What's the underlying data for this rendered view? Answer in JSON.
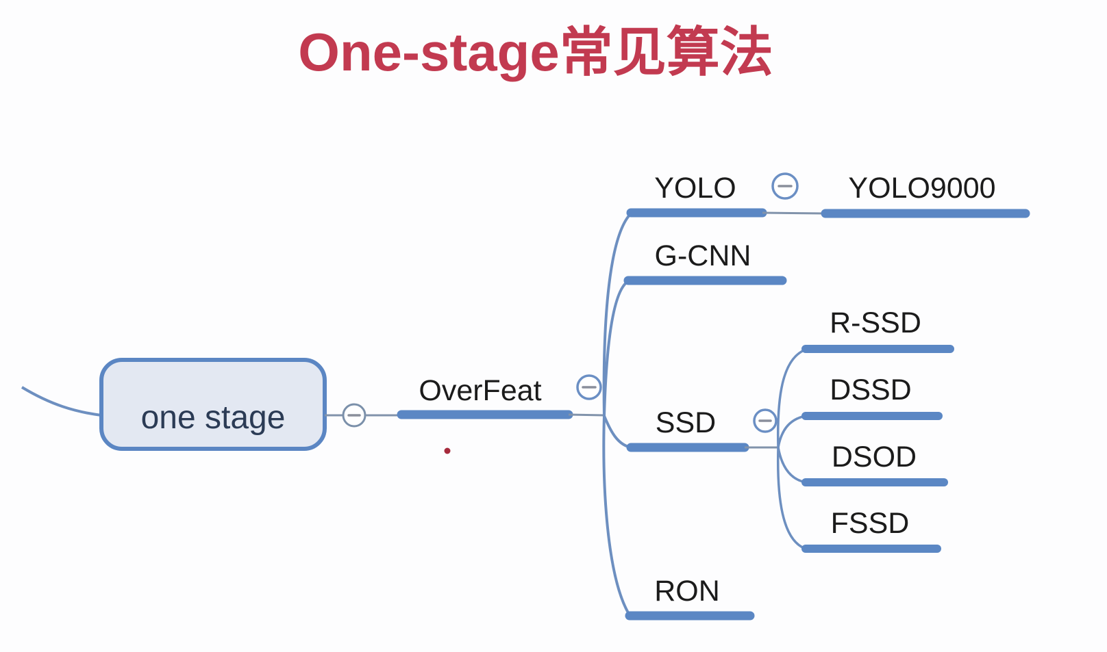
{
  "title": "One-stage常见算法",
  "mindmap": {
    "root": {
      "label": "one stage"
    },
    "trunk": {
      "label": "OverFeat"
    },
    "branches": [
      {
        "label": "YOLO",
        "children": [
          {
            "label": "YOLO9000"
          }
        ]
      },
      {
        "label": "G-CNN",
        "children": []
      },
      {
        "label": "SSD",
        "children": [
          {
            "label": "R-SSD"
          },
          {
            "label": "DSSD"
          },
          {
            "label": "DSOD"
          },
          {
            "label": "FSSD"
          }
        ]
      },
      {
        "label": "RON",
        "children": []
      }
    ],
    "collapse_icon": "minus"
  },
  "colors": {
    "title_red": "#c23a50",
    "branch_blue": "#5b87c4",
    "curve_blue": "#6d8fc0",
    "node_fill": "#e3e8f2",
    "node_border": "#5b86c3",
    "node_text": "#2b3b55",
    "label_text": "#1b1b1b",
    "connector_grey": "#8193ab",
    "pointer_dot_red": "#a62a3c"
  }
}
